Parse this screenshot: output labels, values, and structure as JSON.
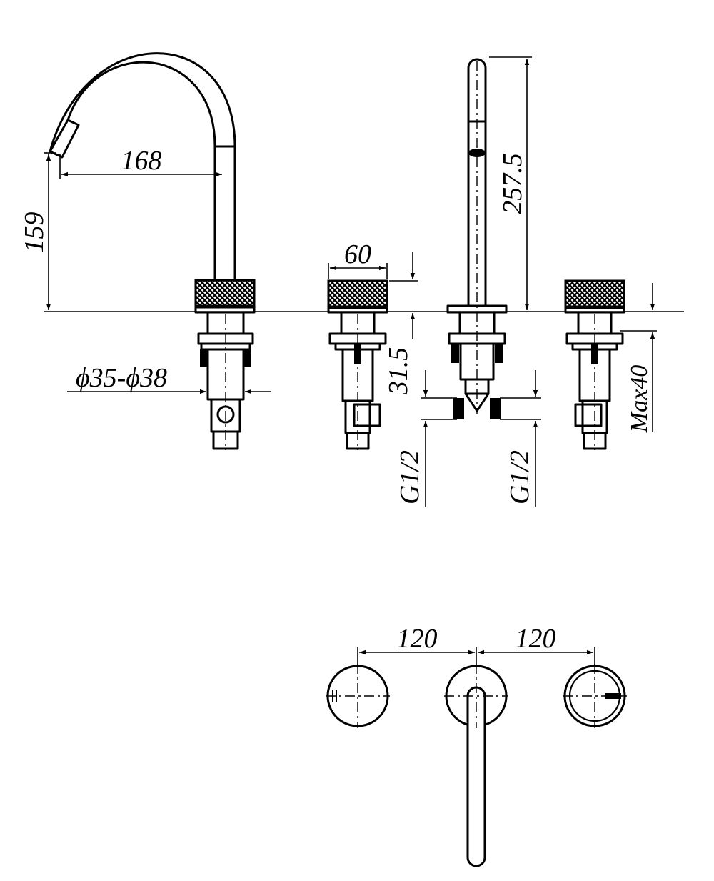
{
  "dimensions": {
    "spout_reach": "168",
    "spout_height": "159",
    "handle_diameter": "60",
    "hose_length": "257.5",
    "mount_depth": "31.5",
    "hole_diameter": "ϕ35-ϕ38",
    "connection_left": "G1/2",
    "connection_right": "G1/2",
    "deck_thickness": "Max40",
    "spacing_left": "120",
    "spacing_right": "120"
  }
}
